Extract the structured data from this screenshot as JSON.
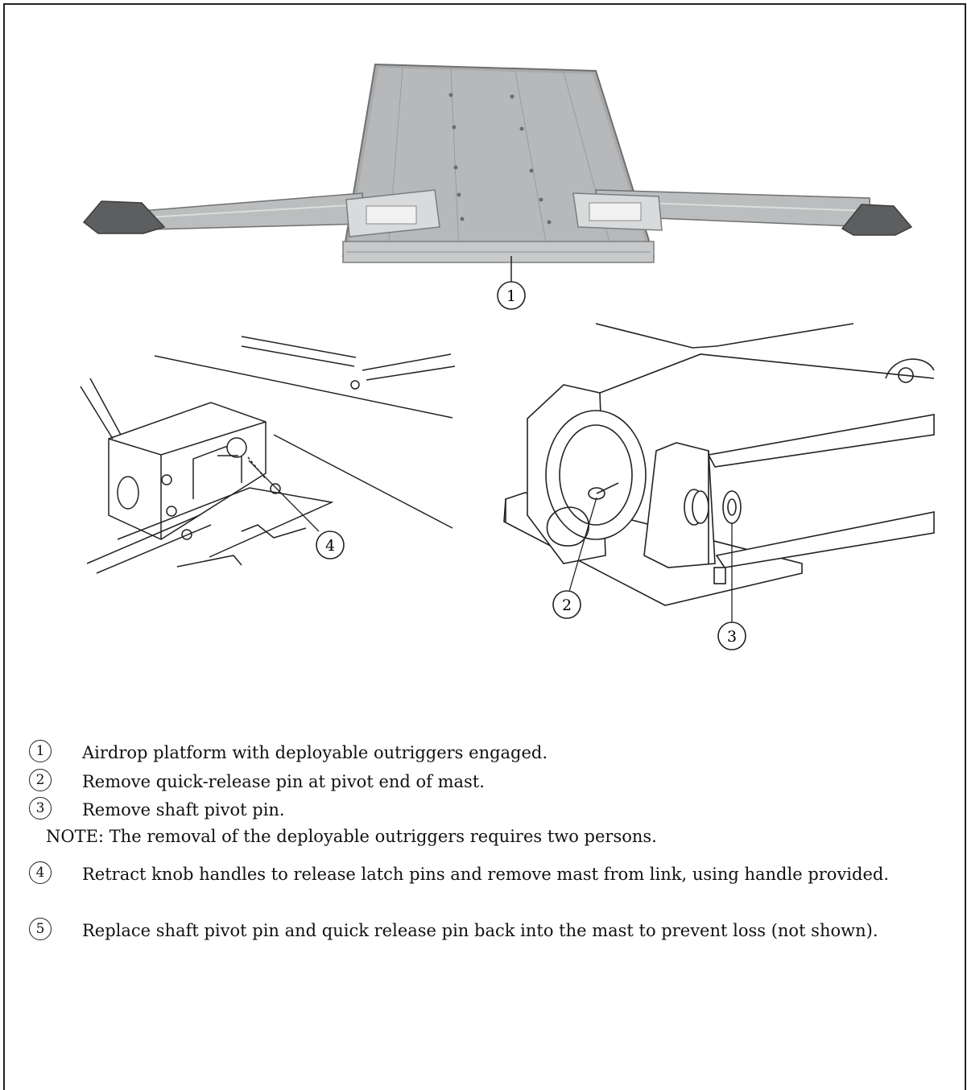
{
  "callouts": {
    "c1": "1",
    "c2": "2",
    "c3": "3",
    "c4": "4"
  },
  "steps": [
    {
      "num": "1",
      "text": "Airdrop platform with deployable outriggers engaged."
    },
    {
      "num": "2",
      "text": "Remove quick-release pin at pivot end of mast."
    },
    {
      "num": "3",
      "text": "Remove shaft pivot pin."
    },
    {
      "num": "4",
      "text": "Retract knob handles to release latch pins and remove mast from link, using handle provided."
    },
    {
      "num": "5",
      "text": "Replace shaft pivot pin and quick release pin back into the mast to prevent loss (not shown)."
    }
  ],
  "note": "NOTE:  The removal of the deployable outriggers requires two persons."
}
